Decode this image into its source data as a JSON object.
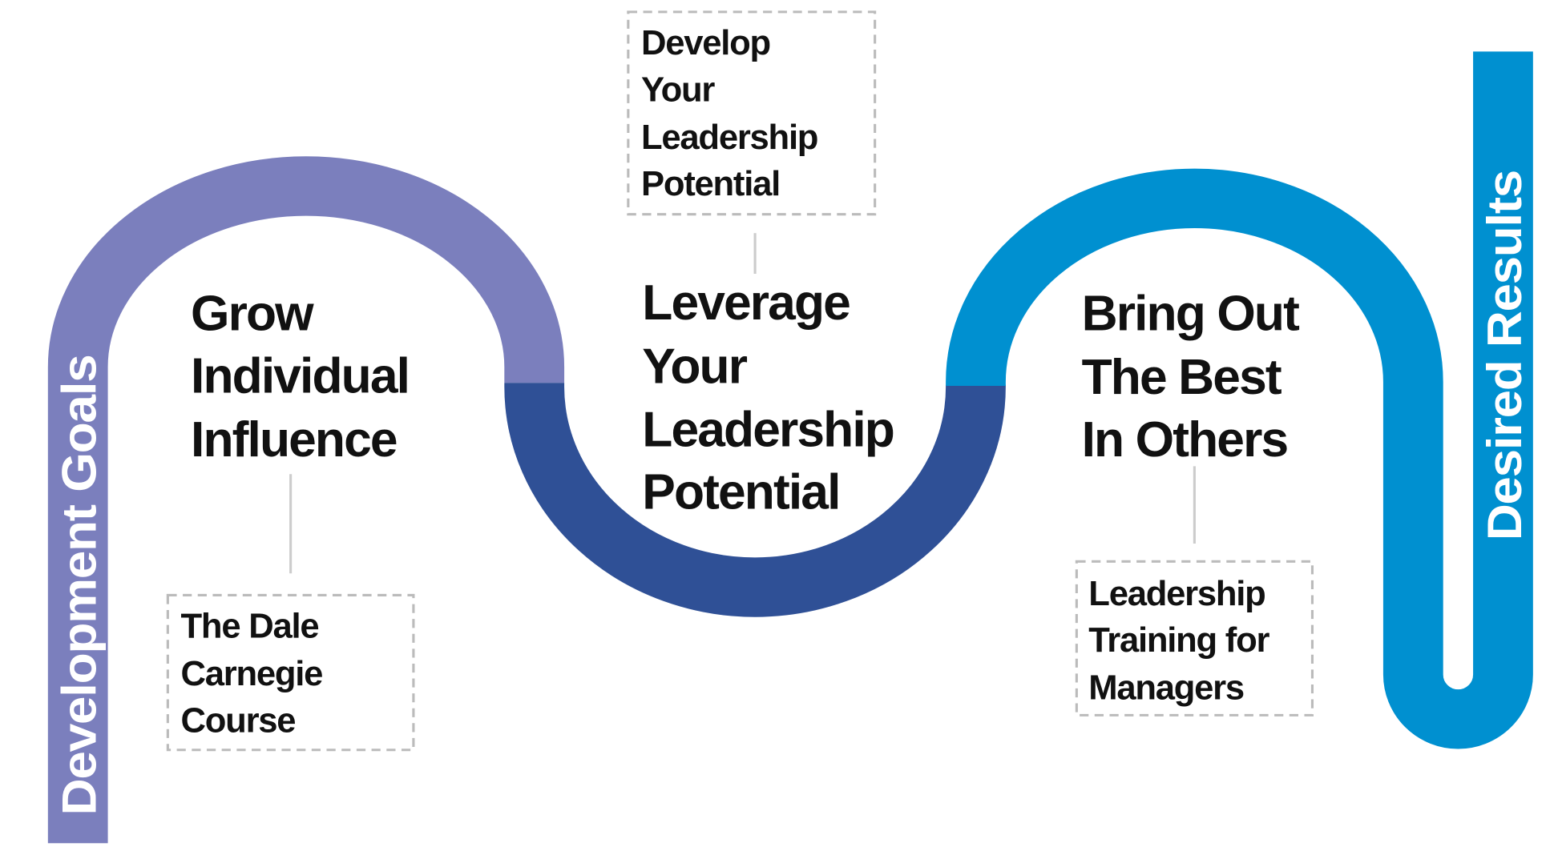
{
  "colors": {
    "start": "#7b7fbd",
    "middle": "#2f5096",
    "end": "#0090d0"
  },
  "start_label": "Development Goals",
  "end_label": "Desired Results",
  "steps": [
    {
      "title": [
        "Grow",
        "Individual",
        "Influence"
      ],
      "course": [
        "The Dale",
        "Carnegie",
        "Course"
      ]
    },
    {
      "title": [
        "Leverage",
        "Your",
        "Leadership",
        "Potential"
      ],
      "course": [
        "Develop",
        "Your",
        "Leadership",
        "Potential"
      ]
    },
    {
      "title": [
        "Bring Out",
        "The Best",
        "In Others"
      ],
      "course": [
        "Leadership",
        "Training for",
        "Managers"
      ]
    }
  ]
}
